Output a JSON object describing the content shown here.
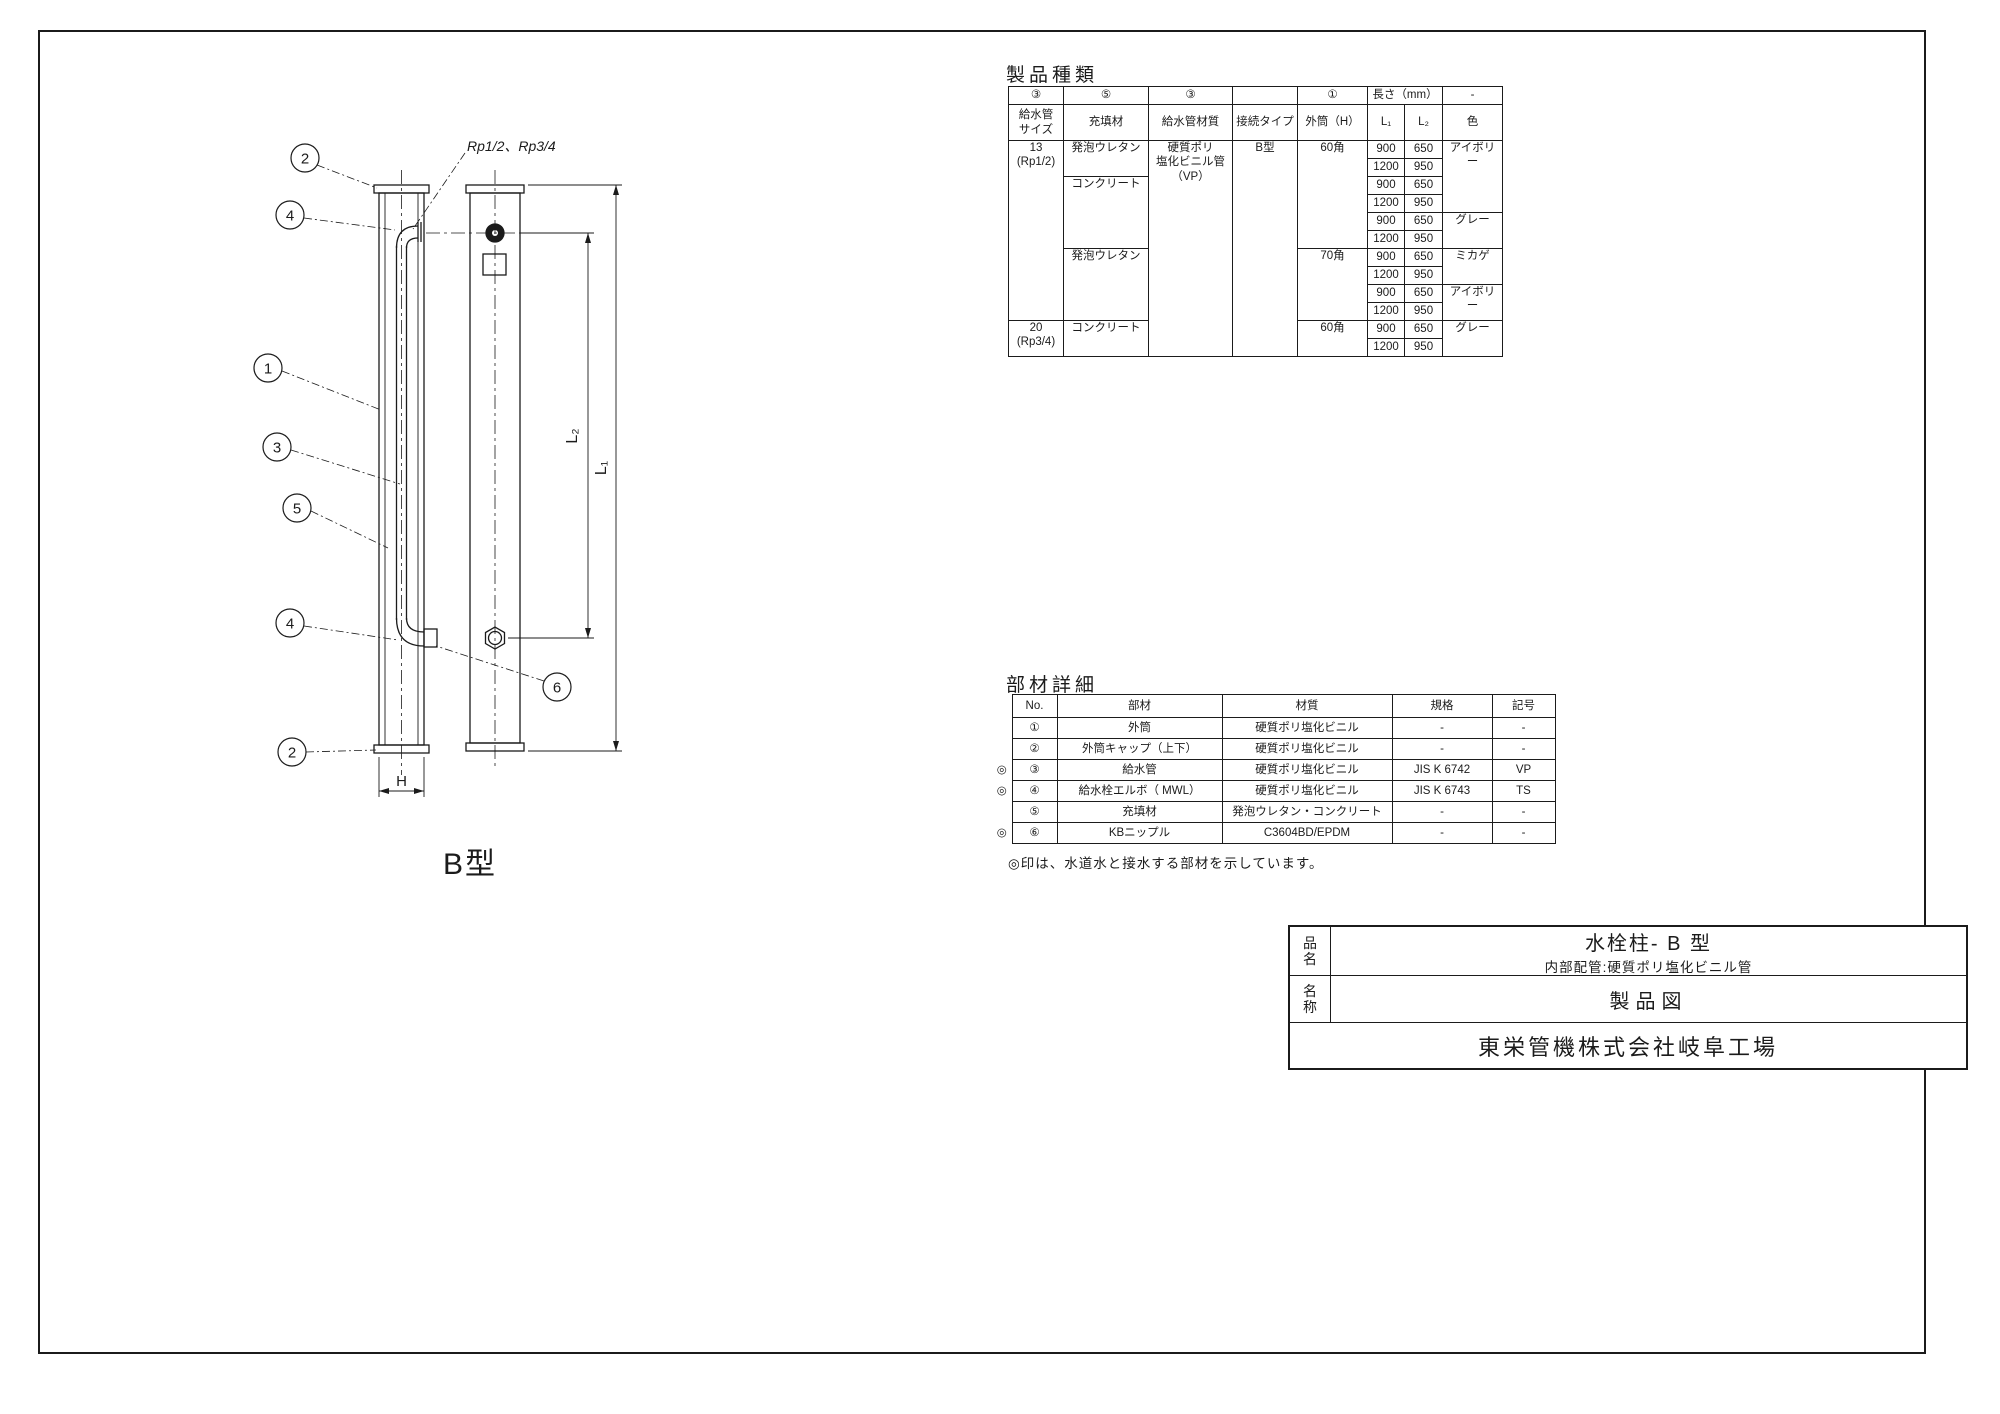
{
  "drawing": {
    "balloons": [
      "2",
      "4",
      "1",
      "3",
      "5",
      "4",
      "6",
      "2"
    ],
    "rp_note": "Rp1/2、Rp3/4",
    "dim_l1": "L₁",
    "dim_l2": "L₂",
    "dim_h": "H",
    "type_label": "B型"
  },
  "product_table": {
    "title": "製品種類",
    "h1": {
      "c1": "③",
      "c2": "⑤",
      "c3": "③",
      "c4": "",
      "c5": "①",
      "c6": "長さ（mm）",
      "c7": "-"
    },
    "h2": {
      "c1": "給水管\nサイズ",
      "c2": "充填材",
      "c3": "給水管材質",
      "c4": "接続タイプ",
      "c5": "外筒（H）",
      "c6": "L₁",
      "c7": "L₂",
      "c8": "色"
    },
    "size1": "13\n(Rp1/2)",
    "size2": "20\n(Rp3/4)",
    "fill1": "発泡ウレタン",
    "fill2": "コンクリート",
    "fill3": "発泡ウレタン",
    "fill4": "コンクリート",
    "pipe_material": "硬質ポリ\n塩化ビニル管\n（VP）",
    "conn_type": "B型",
    "outer1": "60角",
    "outer2": "70角",
    "outer3": "60角",
    "colors": [
      "アイボリー",
      "グレー",
      "ミカゲ",
      "アイボリー",
      "グレー"
    ],
    "lengths": [
      {
        "l1": "900",
        "l2": "650"
      },
      {
        "l1": "1200",
        "l2": "950"
      },
      {
        "l1": "900",
        "l2": "650"
      },
      {
        "l1": "1200",
        "l2": "950"
      },
      {
        "l1": "900",
        "l2": "650"
      },
      {
        "l1": "1200",
        "l2": "950"
      },
      {
        "l1": "900",
        "l2": "650"
      },
      {
        "l1": "1200",
        "l2": "950"
      },
      {
        "l1": "900",
        "l2": "650"
      },
      {
        "l1": "1200",
        "l2": "950"
      },
      {
        "l1": "900",
        "l2": "650"
      },
      {
        "l1": "1200",
        "l2": "950"
      }
    ]
  },
  "parts_table": {
    "title": "部材詳細",
    "headers": [
      "No.",
      "部材",
      "材質",
      "規格",
      "記号"
    ],
    "rows": [
      {
        "mark": "",
        "no": "①",
        "name": "外筒",
        "material": "硬質ポリ塩化ビニル",
        "standard": "-",
        "symbol": "-"
      },
      {
        "mark": "",
        "no": "②",
        "name": "外筒キャップ（上下）",
        "material": "硬質ポリ塩化ビニル",
        "standard": "-",
        "symbol": "-"
      },
      {
        "mark": "◎",
        "no": "③",
        "name": "給水管",
        "material": "硬質ポリ塩化ビニル",
        "standard": "JIS K 6742",
        "symbol": "VP"
      },
      {
        "mark": "◎",
        "no": "④",
        "name": "給水栓エルボ（ MWL）",
        "material": "硬質ポリ塩化ビニル",
        "standard": "JIS K 6743",
        "symbol": "TS"
      },
      {
        "mark": "",
        "no": "⑤",
        "name": "充填材",
        "material": "発泡ウレタン・コンクリート",
        "standard": "-",
        "symbol": "-"
      },
      {
        "mark": "◎",
        "no": "⑥",
        "name": "KBニップル",
        "material": "C3604BD/EPDM",
        "standard": "-",
        "symbol": "-"
      }
    ],
    "note": "◎印は、水道水と接水する部材を示しています。"
  },
  "title_block": {
    "name_label": "品\n名",
    "name_line1": "水栓柱- B 型",
    "name_line2": "内部配管:硬質ポリ塩化ビニル管",
    "title_label": "名\n称",
    "title_value": "製品図",
    "company": "東栄管機株式会社岐阜工場"
  }
}
